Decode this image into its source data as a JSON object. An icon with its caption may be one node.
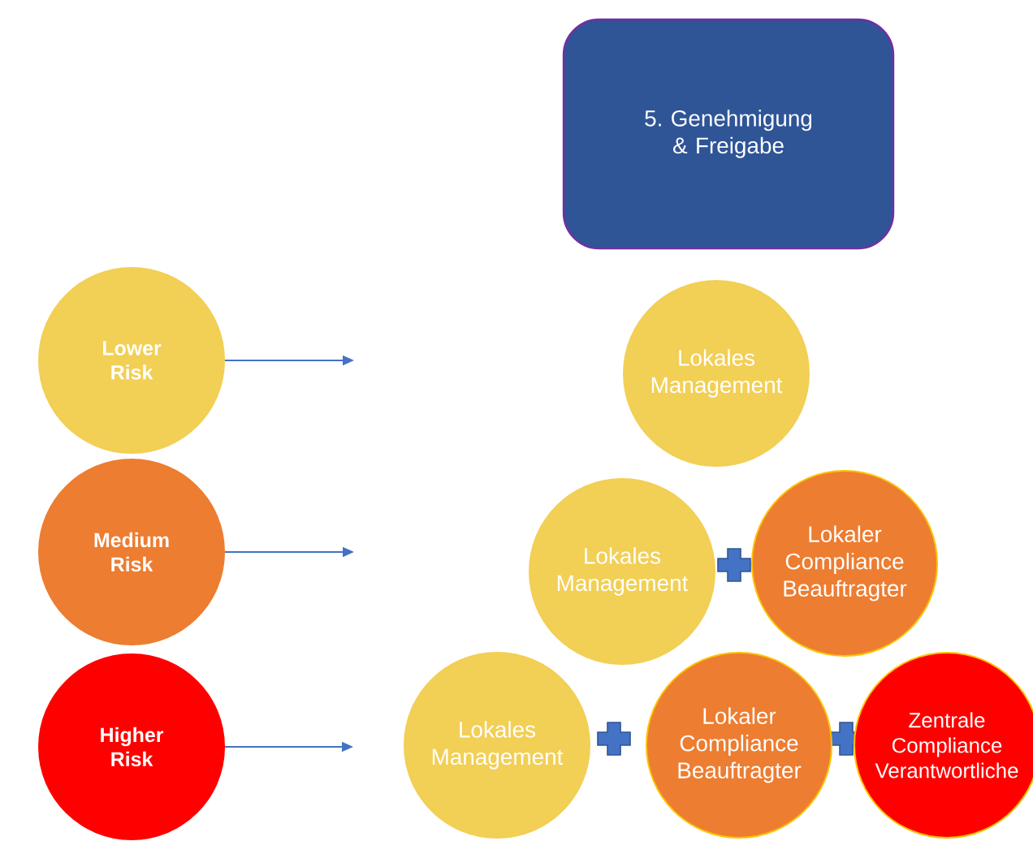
{
  "diagram": {
    "nodes": [
      {
        "text": [
          "5. Genehmigung & Freigabe"
        ]
      },
      {
        "text": [
          "Lower Risk"
        ]
      },
      {
        "text": [
          "Medium Risk"
        ]
      },
      {
        "text": [
          "Higher Risk"
        ]
      },
      {
        "text": [
          "Lokales Management"
        ]
      },
      {
        "text": [
          "Lokales Management"
        ]
      },
      {
        "text": [
          "Lokaler Compliance Beauftragter"
        ]
      },
      {
        "text": [
          "Lokales Management"
        ]
      },
      {
        "text": [
          "Lokaler Compliance Beauftragter"
        ]
      },
      {
        "text": [
          "Zentrale Compliance Verantwortliche"
        ]
      }
    ],
    "edges": [
      {
        "from": 1,
        "to": null,
        "arrow": "to"
      },
      {
        "from": 2,
        "to": null,
        "arrow": "to"
      },
      {
        "from": 3,
        "to": 7,
        "arrow": "to"
      }
    ]
  }
}
